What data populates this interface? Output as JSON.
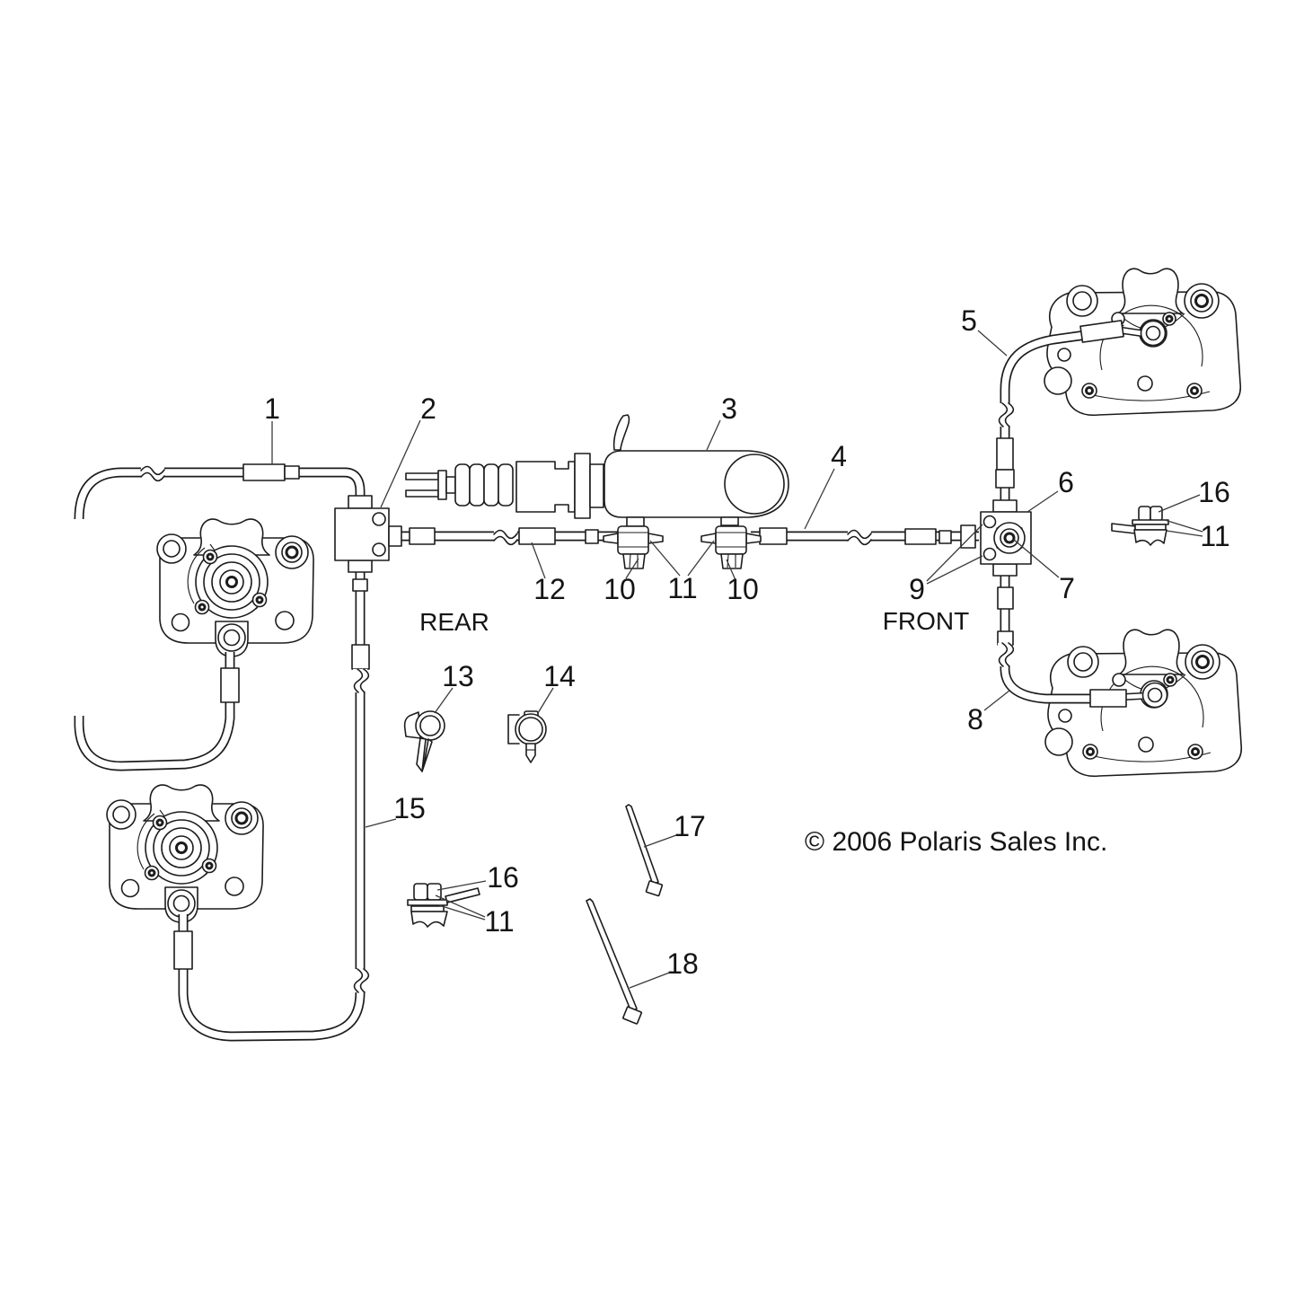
{
  "diagram": {
    "region_labels": {
      "rear": "REAR",
      "front": "FRONT"
    },
    "copyright": "© 2006 Polaris Sales Inc.",
    "line_color": "#1c1c1c",
    "callouts": {
      "c1": "1",
      "c2": "2",
      "c3": "3",
      "c4": "4",
      "c5": "5",
      "c6": "6",
      "c7": "7",
      "c8": "8",
      "c9": "9",
      "c10a": "10",
      "c10b": "10",
      "c11a": "11",
      "c11b": "11",
      "c11c": "11",
      "c12": "12",
      "c13": "13",
      "c14": "14",
      "c15": "15",
      "c16a": "16",
      "c16b": "16",
      "c17": "17",
      "c18": "18"
    }
  }
}
